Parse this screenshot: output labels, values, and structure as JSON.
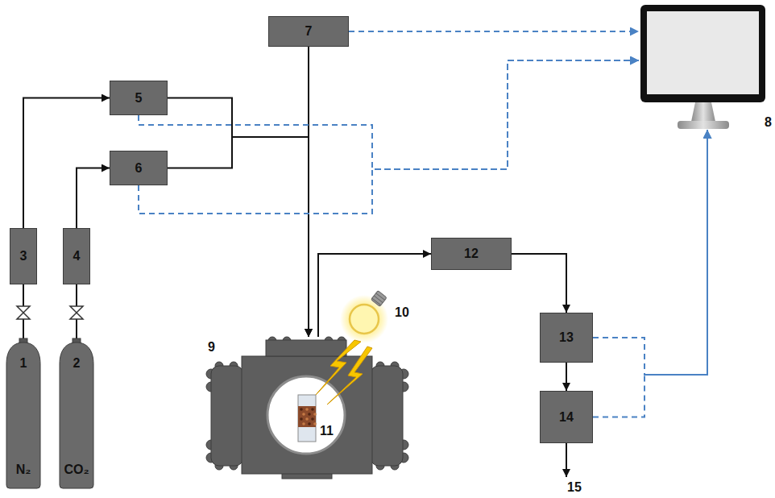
{
  "diagram": {
    "nodes": [
      {
        "text": [
          "1",
          "N₂"
        ]
      },
      {
        "text": [
          "2",
          "CO₂"
        ]
      },
      {
        "text": [
          "3"
        ]
      },
      {
        "text": [
          "4"
        ]
      },
      {
        "text": [
          "5"
        ]
      },
      {
        "text": [
          "6"
        ]
      },
      {
        "text": [
          "7"
        ]
      },
      {
        "text": [
          "8"
        ]
      },
      {
        "text": [
          "9"
        ]
      },
      {
        "text": [
          "12"
        ]
      },
      {
        "text": [
          "13"
        ]
      },
      {
        "text": [
          "14"
        ]
      }
    ],
    "edges": [
      {
        "from": 0,
        "to": 2,
        "arrow": "none"
      },
      {
        "from": 1,
        "to": 3,
        "arrow": "none"
      },
      {
        "from": 2,
        "to": 4,
        "arrow": "to"
      },
      {
        "from": 3,
        "to": 5,
        "arrow": "to"
      },
      {
        "from": 4,
        "to": 8,
        "arrow": "to"
      },
      {
        "from": 5,
        "to": 8,
        "arrow": "to"
      },
      {
        "from": 6,
        "to": 8,
        "arrow": "to"
      },
      {
        "from": 8,
        "to": 9,
        "arrow": "to"
      },
      {
        "from": 9,
        "to": 10,
        "arrow": "to"
      },
      {
        "from": 10,
        "to": 11,
        "arrow": "to"
      },
      {
        "from": 6,
        "to": 7,
        "arrow": "to"
      },
      {
        "from": 4,
        "to": 7,
        "arrow": "to"
      },
      {
        "from": 5,
        "to": 7,
        "arrow": "to"
      },
      {
        "from": 10,
        "to": 7,
        "arrow": "to"
      },
      {
        "from": 11,
        "to": 7,
        "arrow": "to"
      }
    ],
    "labels": [
      "10",
      "11",
      "15"
    ]
  }
}
